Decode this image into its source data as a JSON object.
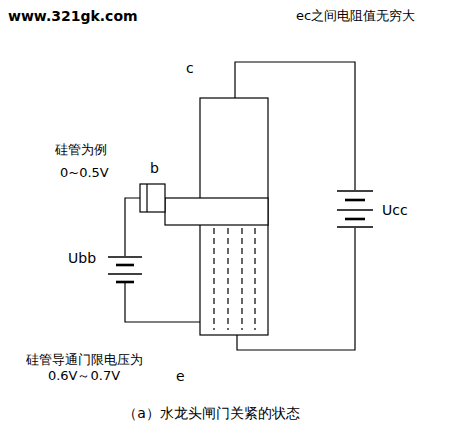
{
  "diagram": {
    "caption": "（a）水龙头闸门关紧的状态",
    "labels": [
      "www.321gk.com",
      "ec之间电阻值无穷大",
      "c",
      "硅管为例",
      "0~0.5V",
      "b",
      "Ubb",
      "Ucc",
      "硅管导通门限电压为 0.6V～0.7V",
      "e"
    ]
  }
}
